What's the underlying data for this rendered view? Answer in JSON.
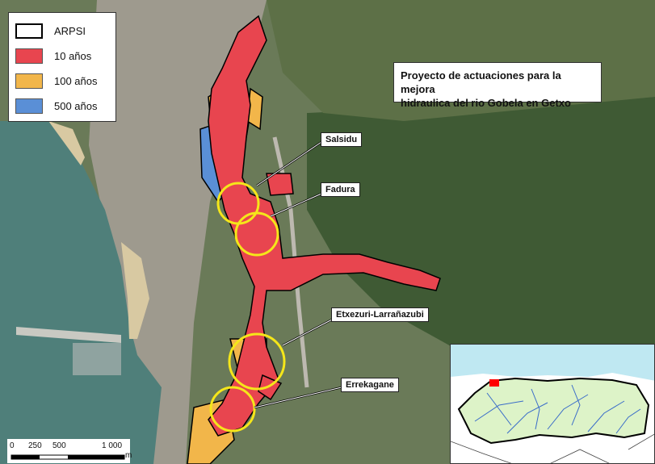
{
  "legend": {
    "items": [
      {
        "label": "ARPSI",
        "color": "#ffffff"
      },
      {
        "label": "10 años",
        "color": "#e8454f"
      },
      {
        "label": "100 años",
        "color": "#f2b64a"
      },
      {
        "label": "500 años",
        "color": "#5a8fd6"
      }
    ]
  },
  "title": {
    "line1": "Proyecto de actuaciones para la mejora",
    "line2": "hidraulica del rio Gobela en Getxo"
  },
  "labels": {
    "salsidu": "Salsidu",
    "fadura": "Fadura",
    "etxezuri": "Etxezuri-Larrañazubi",
    "errekagane": "Errekagane"
  },
  "scale": {
    "t0": "0",
    "t1": "250",
    "t2": "500",
    "t3": "1 000",
    "unit": "m"
  },
  "colors": {
    "flood10": "#e8454f",
    "flood100": "#f2b64a",
    "flood500": "#5a8fd6",
    "highlight": "#f5e61a",
    "sea": "#4f7f7a",
    "beach": "#d8c9a2"
  }
}
